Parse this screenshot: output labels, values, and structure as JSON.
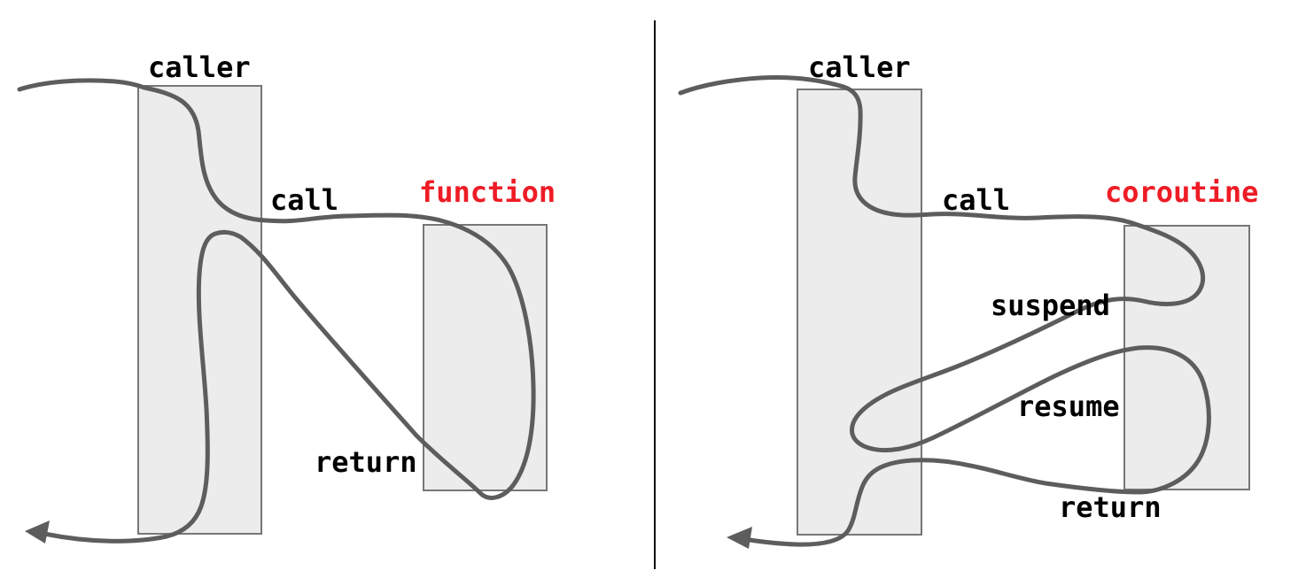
{
  "colors": {
    "background": "#ffffff",
    "flow_line": "#5d5d5d",
    "box_fill": "#ececec",
    "box_border": "#777777",
    "label_text": "#000000",
    "accent_red": "#ee1c25",
    "divider": "#111111"
  },
  "left_panel": {
    "caller_label": "caller",
    "call_label": "call",
    "callee_label": "function",
    "return_label": "return"
  },
  "right_panel": {
    "caller_label": "caller",
    "call_label": "call",
    "callee_label": "coroutine",
    "suspend_label": "suspend",
    "resume_label": "resume",
    "return_label": "return"
  }
}
